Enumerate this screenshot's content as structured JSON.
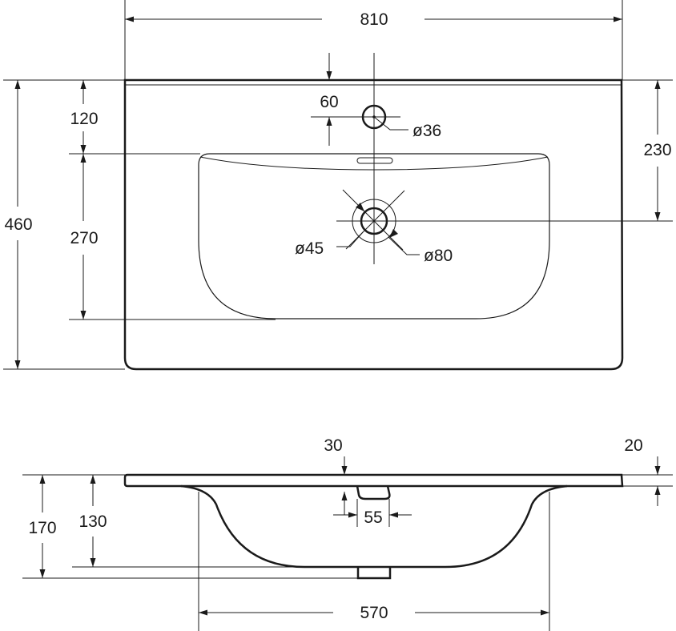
{
  "top_view": {
    "width": "810",
    "depth": "460",
    "tap_offset": "120",
    "bowl_depth": "270",
    "drain_offset": "230",
    "overflow_size": "60",
    "tap_hole": "ø36",
    "drain_inner": "ø45",
    "drain_outer": "ø80"
  },
  "side_view": {
    "rim_thickness": "30",
    "back_lip": "20",
    "bowl_height": "130",
    "total_height": "170",
    "overflow_width": "55",
    "bowl_width": "570"
  }
}
